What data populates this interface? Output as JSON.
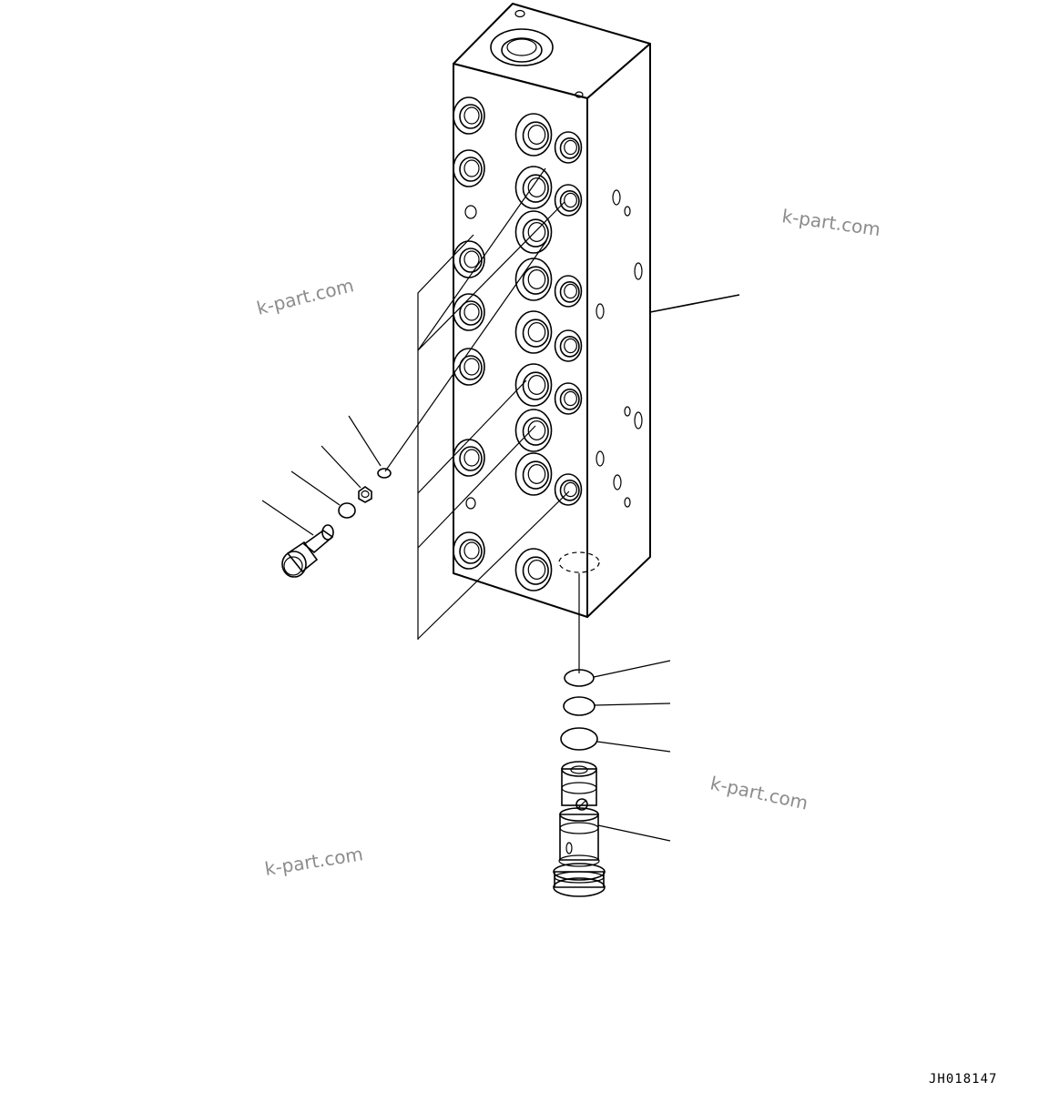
{
  "diagram": {
    "drawing_code": "JH018147",
    "watermarks": [
      "k-part.com",
      "k-part.com",
      "k-part.com",
      "k-part.com"
    ]
  }
}
